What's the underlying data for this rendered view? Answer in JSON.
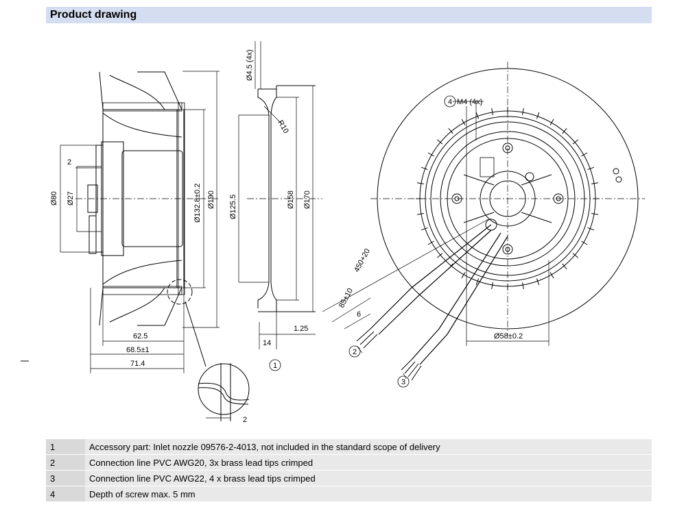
{
  "header": {
    "title": "Product drawing"
  },
  "dims": {
    "d80": "Ø80",
    "d27": "Ø27",
    "two_a": "2",
    "d132": "Ø132.8±0.2",
    "d190": "Ø190",
    "w62": "62.5",
    "w68": "68.5±1",
    "w71": "71.4",
    "d45": "Ø4.5 (4x)",
    "r10": "R10",
    "d125": "Ø125.5",
    "d158": "Ø158",
    "d170": "Ø170",
    "w14": "14",
    "w125": "1.25",
    "two_b": "2",
    "m4": "M4 (4x)",
    "l450": "450+20",
    "l85": "85±10",
    "six": "6",
    "d58": "Ø58±0.2"
  },
  "callouts": {
    "c1": "1",
    "c2": "2",
    "c3": "3",
    "c4": "4"
  },
  "notes": [
    {
      "num": "1",
      "text": "Accessory part: Inlet nozzle 09576-2-4013, not included in the standard scope of delivery"
    },
    {
      "num": "2",
      "text": "Connection line PVC AWG20, 3x brass lead tips crimped"
    },
    {
      "num": "3",
      "text": "Connection line PVC AWG22, 4 x brass lead tips crimped"
    },
    {
      "num": "4",
      "text": "Depth of screw max. 5 mm"
    }
  ]
}
